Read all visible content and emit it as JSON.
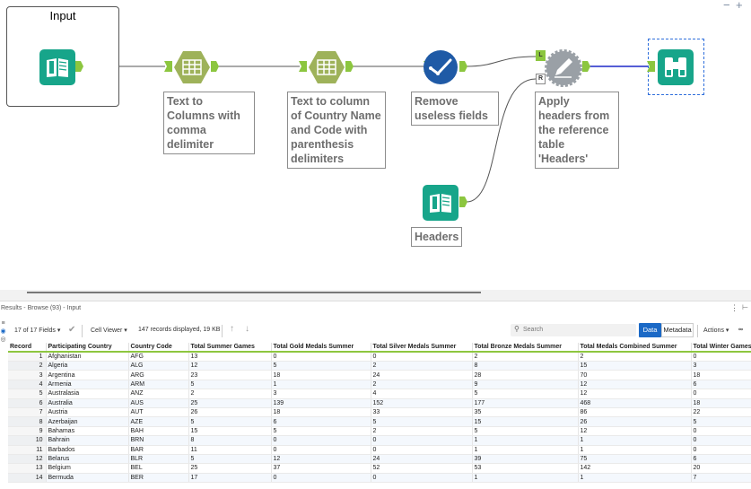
{
  "canvas": {
    "zoom_out": "−",
    "zoom_in": "+",
    "container_title": "Input",
    "annotations": {
      "text_to_columns": "Text to Columns with comma delimiter",
      "text_to_column_country": "Text to column of Country Name and Code with parenthesis delimiters",
      "remove_fields": "Remove useless fields",
      "apply_headers": "Apply headers from the reference table 'Headers'",
      "headers": "Headers"
    },
    "anchor_labels": {
      "left": "L",
      "right": "R"
    },
    "colors": {
      "input_tool": "#17a58a",
      "parse_tool": "#9eb25a",
      "select_tool": "#1f5aa6",
      "dynamic_rename_tool": "#9aa0a6",
      "browse_tool": "#17a58a",
      "anchor": "#8cc63f",
      "selected_connection": "#1e28c8"
    }
  },
  "results": {
    "header_prefix": "Results",
    "header_detail": " - Browse (93) - Input",
    "fields_label": "17 of 17 Fields",
    "viewer_label": "Cell Viewer",
    "records_info": "147 records displayed, 19 KB",
    "search_placeholder": "Search",
    "data_button": "Data",
    "metadata_button": "Metadata",
    "actions_label": "Actions"
  },
  "table": {
    "columns": [
      "Record",
      "Participating Country",
      "Country Code",
      "Total Summer Games",
      "Total Gold Medals Summer",
      "Total Silver Medals Summer",
      "Total Bronze Medals Summer",
      "Total Medals Combined Summer",
      "Total Winter Games"
    ],
    "rows": [
      [
        "1",
        "Afghanistan",
        "AFG",
        "13",
        "0",
        "0",
        "2",
        "2",
        "0"
      ],
      [
        "2",
        "Algeria",
        "ALG",
        "12",
        "5",
        "2",
        "8",
        "15",
        "3"
      ],
      [
        "3",
        "Argentina",
        "ARG",
        "23",
        "18",
        "24",
        "28",
        "70",
        "18"
      ],
      [
        "4",
        "Armenia",
        "ARM",
        "5",
        "1",
        "2",
        "9",
        "12",
        "6"
      ],
      [
        "5",
        "Australasia",
        "ANZ",
        "2",
        "3",
        "4",
        "5",
        "12",
        "0"
      ],
      [
        "6",
        "Australia",
        "AUS",
        "25",
        "139",
        "152",
        "177",
        "468",
        "18"
      ],
      [
        "7",
        "Austria",
        "AUT",
        "26",
        "18",
        "33",
        "35",
        "86",
        "22"
      ],
      [
        "8",
        "Azerbaijan",
        "AZE",
        "5",
        "6",
        "5",
        "15",
        "26",
        "5"
      ],
      [
        "9",
        "Bahamas",
        "BAH",
        "15",
        "5",
        "2",
        "5",
        "12",
        "0"
      ],
      [
        "10",
        "Bahrain",
        "BRN",
        "8",
        "0",
        "0",
        "1",
        "1",
        "0"
      ],
      [
        "11",
        "Barbados",
        "BAR",
        "11",
        "0",
        "0",
        "1",
        "1",
        "0"
      ],
      [
        "12",
        "Belarus",
        "BLR",
        "5",
        "12",
        "24",
        "39",
        "75",
        "6"
      ],
      [
        "13",
        "Belgium",
        "BEL",
        "25",
        "37",
        "52",
        "53",
        "142",
        "20"
      ],
      [
        "14",
        "Bermuda",
        "BER",
        "17",
        "0",
        "0",
        "1",
        "1",
        "7"
      ]
    ]
  }
}
